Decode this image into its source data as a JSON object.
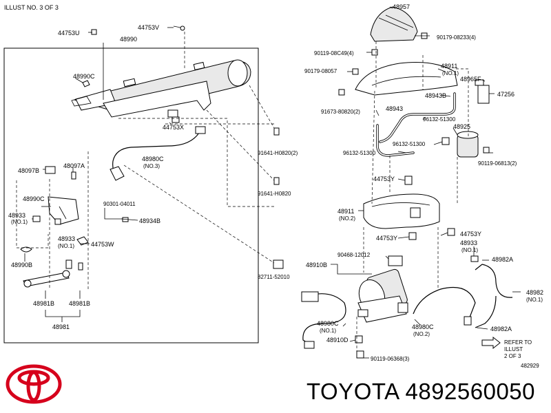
{
  "header": "ILLUST NO. 3 OF 3",
  "figure_code": "482929",
  "refer_note": [
    "REFER TO",
    "ILLUST",
    "2 OF 3"
  ],
  "caption": {
    "brand": "TOYOTA",
    "part_number": "4892560050"
  },
  "labels": {
    "p47530": "44753U",
    "p47531": "44753V",
    "p48990": "48990",
    "p48990c": "48990C",
    "p44753x": "44753X",
    "p48980c_no3": "48980C",
    "no3": "(NO.3)",
    "p91641_2": "91641-H0820(2)",
    "p91641": "91641-H0820",
    "p48097b": "48097B",
    "p48097a": "48097A",
    "p48990c2": "48990C",
    "p48933a": "48933",
    "no1a": "(NO.1)",
    "p90301": "90301-04011",
    "p48934b": "48934B",
    "p48933b": "48933",
    "no1b": "(NO.1)",
    "p44753w": "44753W",
    "p48990b": "48990B",
    "p82711": "82711-52010",
    "p48981b_l": "48981B",
    "p48981b_r": "48981B",
    "p48981": "48981",
    "p48957": "48957",
    "p90179_08233": "90179-08233(4)",
    "p90119_08c49": "90119-08C49(4)",
    "p90179_08057": "90179-08057",
    "p48911a": "48911",
    "no1c": "(NO.1)",
    "p48965f": "48965F",
    "p48943b": "48943B",
    "p47256": "47256",
    "p91673": "91673-80820(2)",
    "p48943": "48943",
    "p96132_a": "96132-51300",
    "p48925": "48925",
    "p96132_b": "96132-51300",
    "p96132_c": "96132-51300",
    "p90119_06813": "90119-06813(2)",
    "p44753y_a": "44753Y",
    "p48911b": "48911",
    "no2a": "(NO.2)",
    "p44753y_b": "44753Y",
    "p44753y_c": "44753Y",
    "p48933c": "48933",
    "no1d": "(NO.1)",
    "p90468": "90468-12012",
    "p48910b": "48910B",
    "p48982a_t": "48982A",
    "p48982": "48982",
    "no1e": "(NO.1)",
    "p48980c_l": "48980C",
    "no1f": "(NO.1)",
    "p48980c_r": "48980C",
    "no2b": "(NO.2)",
    "p48982a_b": "48982A",
    "p48910d": "48910D",
    "p90119_06368": "90119-06368(3)"
  },
  "colors": {
    "logo": "#d6001c",
    "ink": "#000000"
  },
  "icons": [
    "toyota-logo",
    "refer-arrow-icon"
  ]
}
